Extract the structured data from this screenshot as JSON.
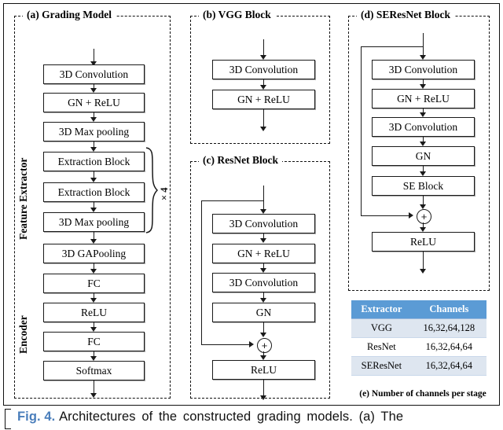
{
  "panels": {
    "a": {
      "title": "(a) Grading Model",
      "side_labels": {
        "feature_extractor": "Feature Extractor",
        "encoder": "Encoder"
      },
      "repeat_annotation": "× 4",
      "boxes": [
        "3D Convolution",
        "GN + ReLU",
        "3D Max pooling",
        "Extraction Block",
        "Extraction Block",
        "3D Max pooling",
        "3D GAPooling",
        "FC",
        "ReLU",
        "FC",
        "Softmax"
      ]
    },
    "b": {
      "title": "(b) VGG Block",
      "boxes": [
        "3D Convolution",
        "GN + ReLU"
      ]
    },
    "c": {
      "title": "(c) ResNet Block",
      "sum_symbol": "+",
      "boxes": [
        "3D Convolution",
        "GN + ReLU",
        "3D Convolution",
        "GN",
        "ReLU"
      ]
    },
    "d": {
      "title": "(d) SEResNet Block",
      "sum_symbol": "+",
      "boxes": [
        "3D Convolution",
        "GN + ReLU",
        "3D Convolution",
        "GN",
        "SE Block",
        "ReLU"
      ]
    },
    "e": {
      "caption": "(e) Number of channels per stage",
      "columns": [
        "Extractor",
        "Channels"
      ],
      "rows": [
        {
          "extractor": "VGG",
          "channels": "16,32,64,128"
        },
        {
          "extractor": "ResNet",
          "channels": "16,32,64,64"
        },
        {
          "extractor": "SEResNet",
          "channels": "16,32,64,64"
        }
      ]
    }
  },
  "figure_caption": {
    "label": "Fig. 4.",
    "text": "Architectures of the constructed grading models. (a) The"
  },
  "colors": {
    "table_header_bg": "#5B9BD5",
    "table_alt_row_bg": "#DEE6F0",
    "figure_label": "#4A7EBB",
    "line": "#1a1a1a"
  }
}
